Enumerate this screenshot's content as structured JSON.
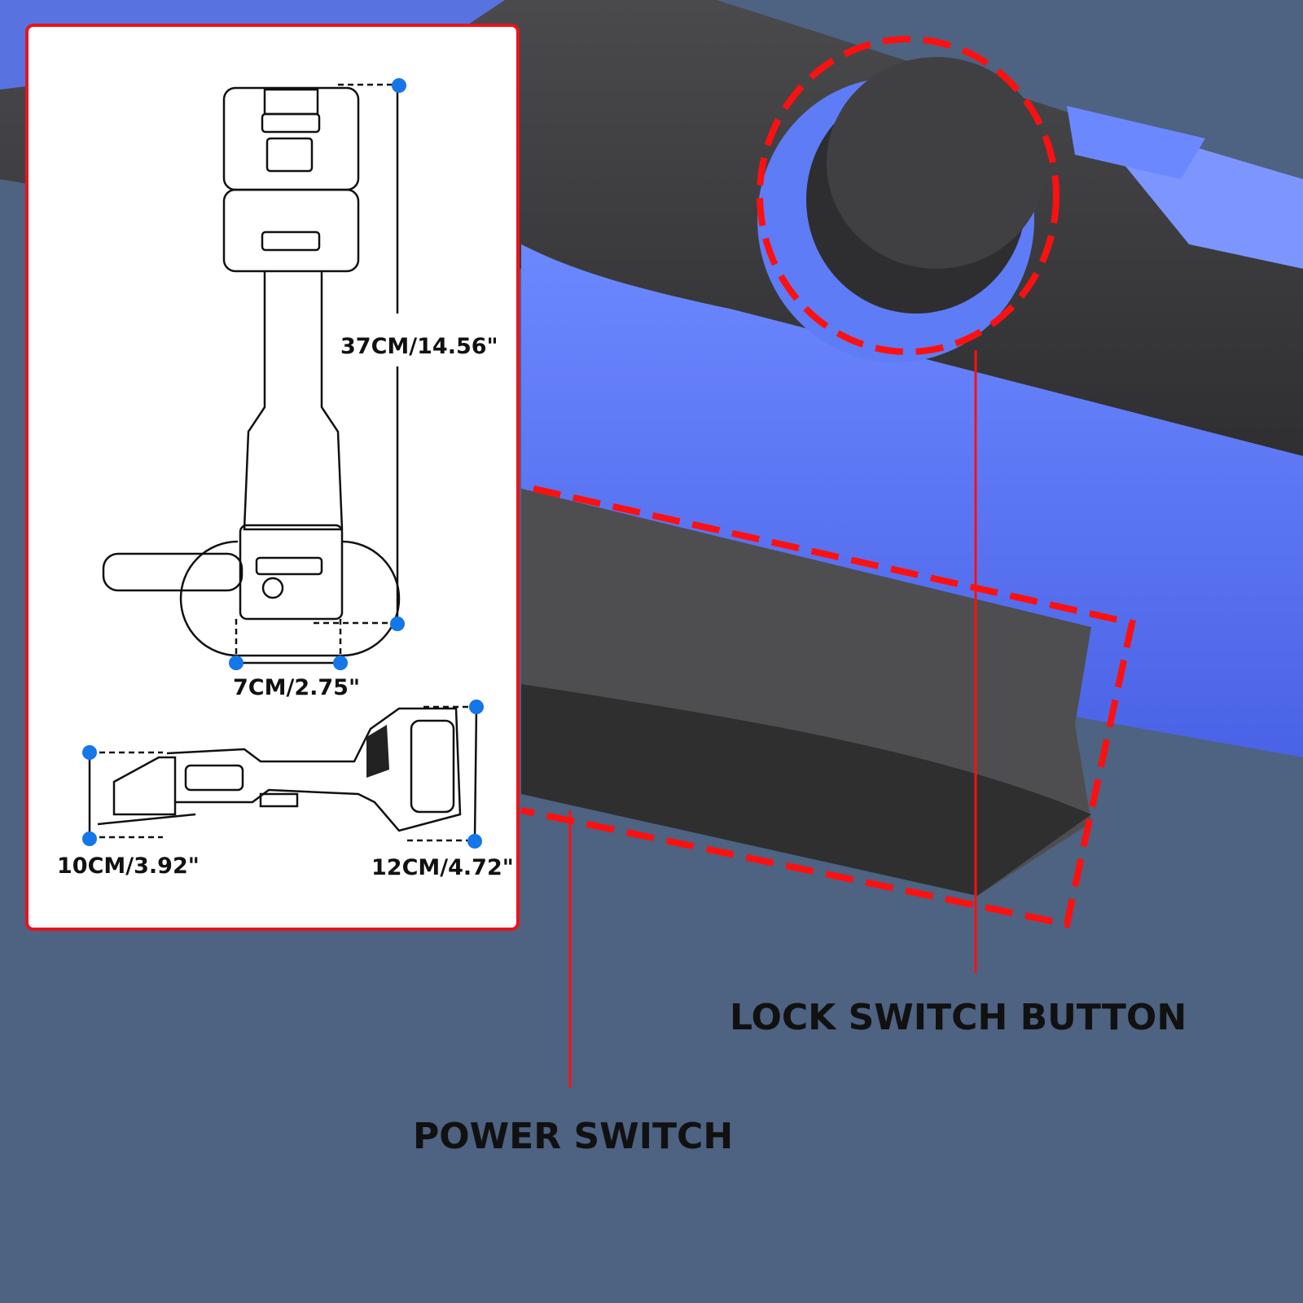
{
  "callouts": {
    "lock_switch": "LOCK SWITCH BUTTON",
    "power_switch": "POWER SWITCH"
  },
  "dimensions": {
    "length": "37CM/14.56\"",
    "head_width": "7CM/2.75\"",
    "head_height": "10CM/3.92\"",
    "battery_height": "12CM/4.72\""
  },
  "colors": {
    "background": "#4e6282",
    "tool_blue": "#5a78f0",
    "tool_dark": "#3b3b3e",
    "callout_red": "#ff1010",
    "dimension_dot": "#1476e8"
  }
}
